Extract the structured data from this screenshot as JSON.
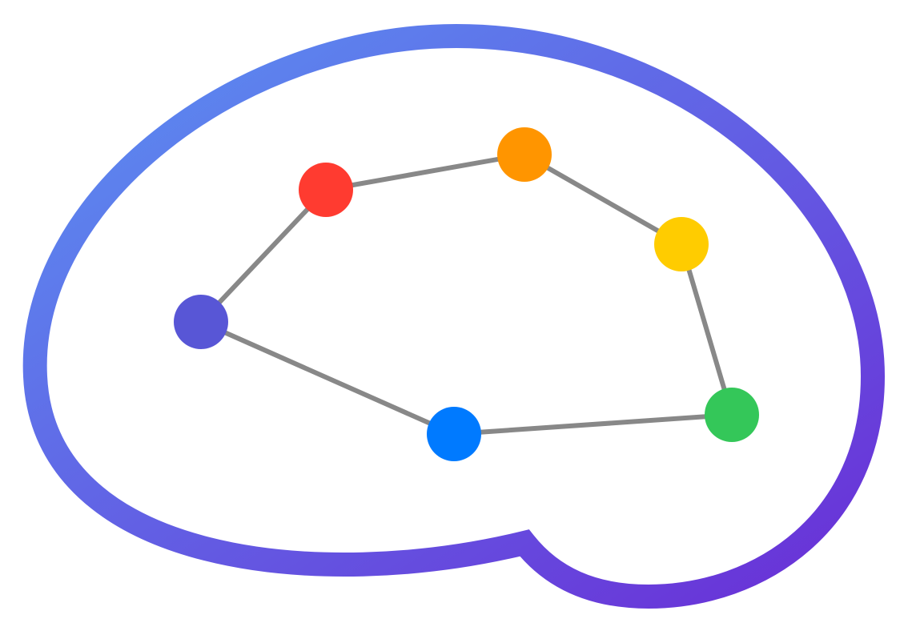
{
  "outline": {
    "shape": "brain-outline",
    "gradient_start": "#5a92f2",
    "gradient_end": "#6a2ed6"
  },
  "edge_color": "#888888",
  "nodes": [
    {
      "id": "indigo",
      "color": "#5856d6"
    },
    {
      "id": "red",
      "color": "#ff3b30"
    },
    {
      "id": "orange",
      "color": "#ff9500"
    },
    {
      "id": "yellow",
      "color": "#ffcc00"
    },
    {
      "id": "green",
      "color": "#34c759"
    },
    {
      "id": "blue",
      "color": "#007aff"
    }
  ],
  "edges": [
    [
      "indigo",
      "red"
    ],
    [
      "red",
      "orange"
    ],
    [
      "orange",
      "yellow"
    ],
    [
      "yellow",
      "green"
    ],
    [
      "green",
      "blue"
    ],
    [
      "blue",
      "indigo"
    ]
  ]
}
